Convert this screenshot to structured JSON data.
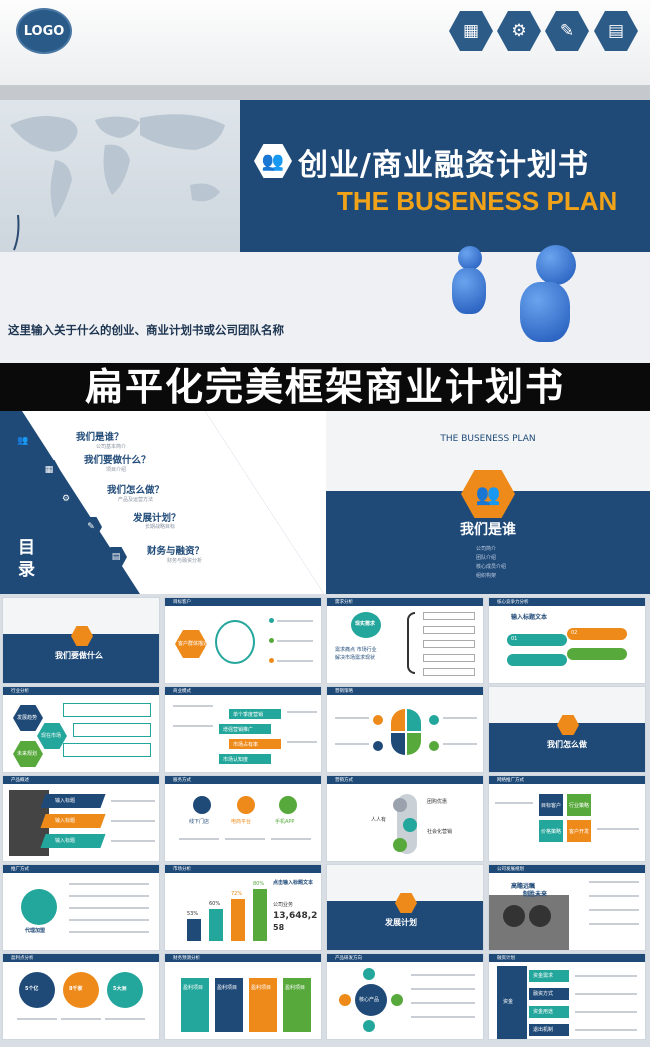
{
  "header": {
    "logo": "LOGO",
    "icons": [
      "presentation-icon",
      "gear-person-icon",
      "edit-icon",
      "stacked-coins-icon"
    ]
  },
  "hero": {
    "title": "创业/商业融资计划书",
    "subtitle": "THE BUSENESS PLAN",
    "caption": "这里输入关于什么的创业、商业计划书或公司团队名称"
  },
  "banner": {
    "text": "扁平化完美框架商业计划书"
  },
  "toc": {
    "label": "目录",
    "items": [
      {
        "title": "我们是谁？",
        "sub": "公司基本简介"
      },
      {
        "title": "我们要做什么？",
        "sub": "项目介绍"
      },
      {
        "title": "我们怎么做？",
        "sub": "产品及运营方法"
      },
      {
        "title": "发展计划？",
        "sub": "长期战略目标"
      },
      {
        "title": "财务与融资？",
        "sub": "财务与融资分析"
      }
    ]
  },
  "who": {
    "subtitle": "THE BUSENESS PLAN",
    "heading": "我们是谁",
    "list": [
      "公司简介",
      "团队介绍",
      "核心成员介绍",
      "组织构架"
    ]
  },
  "thumbs": {
    "r1c1": {
      "title": "我们要做什么"
    },
    "r1c2": {
      "header": "目标客户",
      "hex": "客户群体描述"
    },
    "r1c3": {
      "header": "需求分析",
      "badge": "现实需求",
      "line1": "需求痛点 市场行业",
      "line2": "解决市场需求现状"
    },
    "r1c4": {
      "header": "核心竞争力分析",
      "label": "输入标题文本",
      "n1": "01",
      "n2": "02"
    },
    "r2c1": {
      "header": "行业分析",
      "a": "发展趋势",
      "b": "现在市场",
      "c": "未来规划"
    },
    "r2c2": {
      "header": "商业模式",
      "b1": "单个季度营销",
      "b2": "增强营销推广",
      "b3": "市场占有率",
      "b4": "市场认知度"
    },
    "r2c3": {
      "header": "营销策略"
    },
    "r2c4": {
      "title": "我们怎么做"
    },
    "r3c1": {
      "header": "产品概述",
      "a": "输入标题",
      "b": "输入标题",
      "c": "输入标题"
    },
    "r3c2": {
      "header": "服务方式",
      "a": "线下门店",
      "b": "电商平台",
      "c": "手机APP"
    },
    "r3c3": {
      "header": "营销方式",
      "a": "人人有",
      "b": "团购优惠",
      "c": "社会化营销"
    },
    "r3c4": {
      "header": "网络推广方式",
      "a": "目标客户",
      "b": "行业策略",
      "c": "价格策略",
      "d": "客户开发"
    },
    "r4c1": {
      "header": "推广方式",
      "a": "代理加盟"
    },
    "r4c2": {
      "header": "市场分析",
      "p1": "53%",
      "p2": "60%",
      "p3": "72%",
      "p4": "80%",
      "big": "13,648,2",
      "big2": "58",
      "note": "点击输入标题文本",
      "lab": "公司业务"
    },
    "r4c3": {
      "title": "发展计划"
    },
    "r4c4": {
      "header": "公司发展规划",
      "a": "高瞻远瞩",
      "b": "制胜未来"
    },
    "r5c1": {
      "header": "盈利点分析",
      "a": "5个亿",
      "b": "8千家",
      "c": "5大洲"
    },
    "r5c2": {
      "header": "财务预测分析",
      "a": "盈利项目",
      "b": "盈利项目",
      "c": "盈利项目",
      "d": "盈利项目"
    },
    "r5c3": {
      "header": "产品研发方向",
      "core": "核心产品"
    },
    "r5c4": {
      "header": "融资计划",
      "side": "资金",
      "a": "资金需求",
      "b": "融资方式",
      "c": "资金用途",
      "d": "退出机制"
    }
  },
  "colors": {
    "navy": "#1f4a78",
    "orange": "#ee8a1a",
    "teal": "#23a69b",
    "green": "#58a93c"
  }
}
